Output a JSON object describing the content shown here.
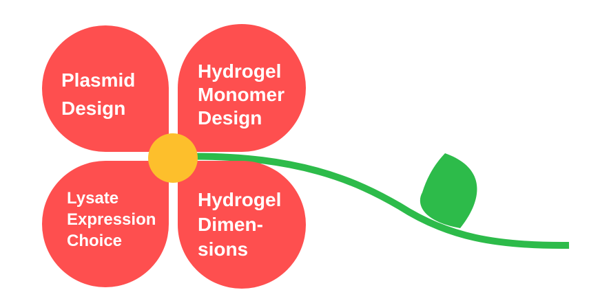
{
  "petals": {
    "plasmid": {
      "lines": [
        "Plasmid",
        "Design"
      ]
    },
    "monomer": {
      "lines": [
        "Hydrogel",
        "Monomer",
        "Design"
      ]
    },
    "lysate": {
      "lines": [
        "Lysate",
        "Expression",
        "Choice"
      ]
    },
    "dimensions": {
      "lines": [
        "Hydrogel",
        "Dimen-",
        "sions"
      ]
    }
  },
  "colors": {
    "petal": "#fe4f4f",
    "center": "#fdbf2c",
    "stem": "#2dbb4a",
    "leaf": "#2dbb4a",
    "text": "#ffffff"
  }
}
